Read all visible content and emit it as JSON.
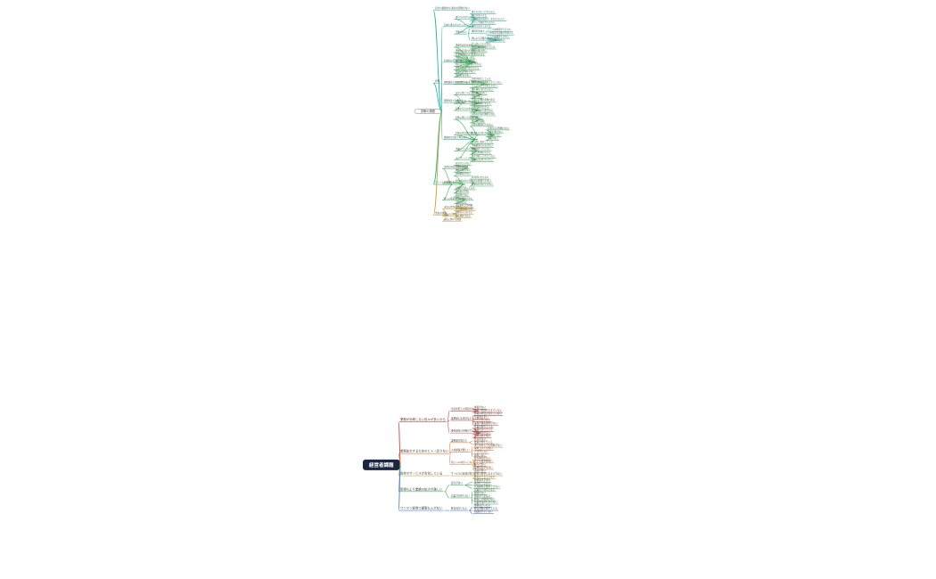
{
  "colors": {
    "teal": "#2bb3a0",
    "green": "#3bb55a",
    "olive": "#c9a53a",
    "orange": "#e07b35",
    "red": "#c9463a",
    "blue": "#4b7bd8",
    "root_bg": "#1a2540",
    "root_text": "#ffffff",
    "text": "#444444"
  },
  "map1": {
    "root": "診断の課題",
    "nodes": [
      [
        "A1",
        "root",
        "自分の最終的に適切な評価がない",
        "teal"
      ],
      [
        "A2",
        "root",
        "計画",
        "teal"
      ],
      [
        "A3",
        "root",
        "クレームの対応",
        "teal"
      ],
      [
        "A4",
        "root",
        "支払の課題",
        "olive"
      ],
      [
        "B1",
        "A2",
        "計画と進み方のテンプレート",
        "teal"
      ],
      [
        "B2",
        "A2",
        "計画中のタスクがたくさんある",
        "teal"
      ],
      [
        "B3",
        "A2",
        "現地調査の作業時間が長い",
        "teal"
      ],
      [
        "B4",
        "A2",
        "業務内容と記載する",
        "teal"
      ],
      [
        "B5",
        "A2",
        "業務的な回答で再計算ができない",
        "teal"
      ],
      [
        "C1",
        "B1",
        "書き方がわからない",
        "teal"
      ],
      [
        "C2",
        "B1",
        "不備がある",
        "teal"
      ],
      [
        "D1",
        "C1",
        "書き方がよくわからない",
        "teal"
      ],
      [
        "D2",
        "C1",
        "項目が多すぎる",
        "teal"
      ],
      [
        "D3",
        "C1",
        "入力画面を見直す（それならいい）",
        "teal"
      ],
      [
        "D4",
        "C1",
        "また入力操作ができない",
        "teal"
      ],
      [
        "D5",
        "C2",
        "運用方法を工夫する",
        "teal"
      ],
      [
        "D6",
        "C2",
        "運用を見直す",
        "teal"
      ],
      [
        "D7",
        "C2",
        "他により記載方法ができない",
        "teal"
      ],
      [
        "E1",
        "D6",
        "ここでは確認ができない",
        "teal"
      ],
      [
        "E2",
        "D6",
        "入力内容を自動で作成する",
        "teal"
      ],
      [
        "E3",
        "D7",
        "ここでは確認できない",
        "teal"
      ],
      [
        "E4",
        "D7",
        "不備の違いがない",
        "teal"
      ],
      [
        "C3",
        "B2",
        "書類作成を効率的にやりたい",
        "green"
      ],
      [
        "C4",
        "B2",
        "書類の作成がかかる",
        "green"
      ],
      [
        "C5",
        "B2",
        "作業時間がかかる",
        "green"
      ],
      [
        "C6",
        "B2",
        "不備がよく見つかる",
        "green"
      ],
      [
        "C7",
        "B2",
        "優先順位がわからない",
        "green"
      ],
      [
        "C8",
        "B2",
        "他のタスクに時間がかかる",
        "green"
      ],
      [
        "C9",
        "B2",
        "現場作業で手間がかかる",
        "green"
      ],
      [
        "C10",
        "B2",
        "管理する資料が多い",
        "green"
      ],
      [
        "C11",
        "B2",
        "連絡事項が多い",
        "green"
      ],
      [
        "D8",
        "C3",
        "テンプレートがない",
        "green"
      ],
      [
        "D9",
        "C3",
        "毎回一から作成している",
        "green"
      ],
      [
        "D10",
        "C4",
        "書類の量が多い",
        "green"
      ],
      [
        "D11",
        "C5",
        "作業がかかる",
        "green"
      ],
      [
        "C12",
        "B3",
        "テンプレートを活用できていない",
        "green"
      ],
      [
        "D12",
        "C12",
        "作業が発生している",
        "green"
      ],
      [
        "D13",
        "C12",
        "現地の情報を共有できていない",
        "green"
      ],
      [
        "D14",
        "C12",
        "マッチングで対応できない",
        "green"
      ],
      [
        "C15",
        "B4",
        "ほかに書くべきことがある",
        "green"
      ],
      [
        "C16",
        "B4",
        "作業と記載の違いがある",
        "green"
      ],
      [
        "C17",
        "B4",
        "記載する人のタイミング",
        "green"
      ],
      [
        "D15",
        "C15",
        "優先順位がわからない",
        "green"
      ],
      [
        "D16",
        "C15",
        "書き漏れが多い",
        "green"
      ],
      [
        "D17",
        "C15",
        "不備が多い",
        "green"
      ],
      [
        "D18",
        "C16",
        "作業と記載の差異がある",
        "green"
      ],
      [
        "D19",
        "C16",
        "作業の時期がずれる",
        "green"
      ],
      [
        "D20",
        "C17",
        "記載時間がかかる",
        "green"
      ],
      [
        "D21",
        "C17",
        "担当者により差がある",
        "green"
      ],
      [
        "C18",
        "B5",
        "回答に関して対応できない",
        "green"
      ],
      [
        "C19",
        "B5",
        "回答の再計算が難しい",
        "green"
      ],
      [
        "C20",
        "B5",
        "不備チェックの仕組み",
        "green"
      ],
      [
        "C21",
        "B5",
        "テンプレートがない",
        "green"
      ],
      [
        "D22",
        "C18",
        "回答の内容が適切でない",
        "green"
      ],
      [
        "D23",
        "C18",
        "再計算",
        "green"
      ],
      [
        "D24",
        "C18",
        "再計算が必要",
        "green"
      ],
      [
        "D25",
        "C19",
        "回答の確認がされない",
        "green"
      ],
      [
        "D26",
        "C19",
        "計算方法がわからない",
        "green"
      ],
      [
        "D27",
        "C19",
        "担当者に依存している",
        "green"
      ],
      [
        "E5",
        "D26",
        "計算方法が明確でない",
        "green"
      ],
      [
        "E6",
        "D26",
        "計算手順がない",
        "green"
      ],
      [
        "E7",
        "D26",
        "計算式がない",
        "green"
      ],
      [
        "E8",
        "D26",
        "不備が多い",
        "green"
      ],
      [
        "D28",
        "C20",
        "不備確認の方法がない",
        "green"
      ],
      [
        "D29",
        "C20",
        "不備が見つからない",
        "green"
      ],
      [
        "D30",
        "C20",
        "確認に時間がかかる",
        "green"
      ],
      [
        "D31",
        "C21",
        "書式が統一されていない",
        "green"
      ],
      [
        "D32",
        "C21",
        "記載方法がわからない",
        "green"
      ],
      [
        "C22",
        "A3",
        "苦情の内容がわからない",
        "green"
      ],
      [
        "C23",
        "A3",
        "状況を把握できない",
        "green"
      ],
      [
        "C24",
        "A3",
        "新しい提案がしにくい",
        "green"
      ],
      [
        "D33",
        "C22",
        "対応ができない",
        "green"
      ],
      [
        "D34",
        "C22",
        "内容が不明確",
        "green"
      ],
      [
        "D35",
        "C22",
        "連絡が取れない",
        "green"
      ],
      [
        "D36",
        "C23",
        "現地確認がない",
        "green"
      ],
      [
        "D37",
        "C23",
        "状況が伝わらない",
        "green"
      ],
      [
        "D38",
        "C23",
        "記録が不足している",
        "green"
      ],
      [
        "D39",
        "C23",
        "担当者が不明",
        "green"
      ],
      [
        "E9",
        "D37",
        "状況がわからない",
        "green"
      ],
      [
        "E10",
        "D37",
        "上司に相談できない",
        "green"
      ],
      [
        "E11",
        "D37",
        "情報の共有ができない",
        "green"
      ],
      [
        "D40",
        "C24",
        "提案書がない",
        "green"
      ],
      [
        "D41",
        "C24",
        "提案の機会がない",
        "green"
      ],
      [
        "D42",
        "C24",
        "実績がない",
        "green"
      ],
      [
        "C25",
        "A4",
        "支払の条件に関するルール",
        "olive"
      ],
      [
        "C26",
        "A4",
        "支払いの期限",
        "olive"
      ],
      [
        "C27",
        "A4",
        "支払に関する相談",
        "olive"
      ],
      [
        "D43",
        "C25",
        "支払条件が不明確",
        "olive"
      ],
      [
        "D44",
        "C25",
        "請求書の発行が遅い",
        "olive"
      ],
      [
        "D45",
        "C26",
        "期限が守られない",
        "olive"
      ],
      [
        "D46",
        "C26",
        "支払遅延がある",
        "olive"
      ]
    ]
  },
  "map2": {
    "root": "経営者課題",
    "nodes": [
      [
        "R1",
        "root",
        "業務が効率しない色々が多いから",
        "red"
      ],
      [
        "R2",
        "root",
        "業務拡大するためのヒト（足りない",
        "orange"
      ],
      [
        "R3",
        "root",
        "既存のサービスが劣化している",
        "olive"
      ],
      [
        "R4",
        "root",
        "新規ちより業績の拡大が難しい",
        "green"
      ],
      [
        "R5",
        "root",
        "ワンマン経営で顧客も入がない",
        "blue"
      ],
      [
        "S1",
        "R1",
        "生産性低下の原因がある",
        "red"
      ],
      [
        "S2",
        "R1",
        "業務量に比重がない",
        "red"
      ],
      [
        "S3",
        "R1",
        "優先順位の判断ができない",
        "red"
      ],
      [
        "U1",
        "S1",
        "作業がない",
        "red"
      ],
      [
        "U2",
        "S1",
        "作業の管理ができていない",
        "red"
      ],
      [
        "U3",
        "S2",
        "現場の状況が見えていない",
        "red"
      ],
      [
        "U4",
        "S2",
        "作業量が多い",
        "red"
      ],
      [
        "U5",
        "S2",
        "人手が足りない",
        "red"
      ],
      [
        "U6",
        "S2",
        "業務の優先順位がない",
        "red"
      ],
      [
        "U7",
        "S3",
        "作業が遅れている",
        "red"
      ],
      [
        "U8",
        "S3",
        "業務が滞っている",
        "red"
      ],
      [
        "U9",
        "S3",
        "判断基準がない",
        "red"
      ],
      [
        "U10",
        "S3",
        "業務効率が悪い",
        "red"
      ],
      [
        "S4",
        "R2",
        "業務量が増えた",
        "orange"
      ],
      [
        "S5",
        "R2",
        "人材確保が難しい",
        "orange"
      ],
      [
        "S6",
        "R2",
        "新しい人材が入らない",
        "orange"
      ],
      [
        "U11",
        "S4",
        "休日がない",
        "orange"
      ],
      [
        "U12",
        "S4",
        "残業が増えている",
        "orange"
      ],
      [
        "U13",
        "S5",
        "求人を出しても応募がない",
        "orange"
      ],
      [
        "U14",
        "S5",
        "採用コストが高い",
        "orange"
      ],
      [
        "U15",
        "S5",
        "人が育たない",
        "orange"
      ],
      [
        "U16",
        "S5",
        "定着しない",
        "orange"
      ],
      [
        "U17",
        "S6",
        "教育体制がない",
        "orange"
      ],
      [
        "U18",
        "S6",
        "若い人材が来ない",
        "orange"
      ],
      [
        "U19",
        "S6",
        "給与が低い",
        "orange"
      ],
      [
        "U20",
        "S6",
        "業務負担が大きい",
        "orange"
      ],
      [
        "S7",
        "R3",
        "サービスの品質が低い",
        "olive"
      ],
      [
        "U21",
        "S7",
        "品質が悪い",
        "olive"
      ],
      [
        "U22",
        "S7",
        "顧客の要望に応えられない",
        "olive"
      ],
      [
        "U23",
        "S7",
        "改善ができていない",
        "olive"
      ],
      [
        "S8",
        "R4",
        "競合が多い",
        "green"
      ],
      [
        "S9",
        "R4",
        "営業力が足りない",
        "green"
      ],
      [
        "U24",
        "S8",
        "価格競争がある",
        "green"
      ],
      [
        "U25",
        "S8",
        "差別化できない",
        "green"
      ],
      [
        "U26",
        "S8",
        "新規顧客が獲得できない",
        "green"
      ],
      [
        "U27",
        "S9",
        "営業の人材がいない",
        "green"
      ],
      [
        "U28",
        "S9",
        "販路がない",
        "green"
      ],
      [
        "U29",
        "S9",
        "提案ができない",
        "green"
      ],
      [
        "U30",
        "S9",
        "顧客との関係が弱い",
        "green"
      ],
      [
        "U31",
        "S9",
        "営業手法がわからない",
        "green"
      ],
      [
        "S10",
        "R5",
        "経営者がいない",
        "blue"
      ],
      [
        "U32",
        "S10",
        "後継者がいない",
        "blue"
      ],
      [
        "U33",
        "S10",
        "経営判断が遅れている",
        "blue"
      ],
      [
        "U34",
        "S10",
        "相談相手がいない",
        "blue"
      ]
    ]
  }
}
